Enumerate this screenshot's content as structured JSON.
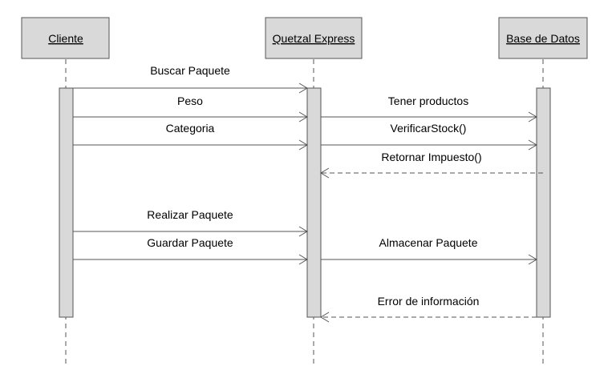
{
  "participants": {
    "cliente": "Cliente",
    "quetzal": "Quetzal Express",
    "bd": "Base de Datos"
  },
  "messages": {
    "m1": "Buscar Paquete",
    "m2": "Peso",
    "m3": "Categoria",
    "m4": "Tener productos",
    "m5": "VerificarStock()",
    "m6": "Retornar Impuesto()",
    "m7": "Realizar Paquete",
    "m8": "Guardar Paquete",
    "m9": "Almacenar Paquete",
    "m10": "Error de información"
  },
  "colors": {
    "box_fill": "#d9d9d9",
    "line": "#555555"
  }
}
